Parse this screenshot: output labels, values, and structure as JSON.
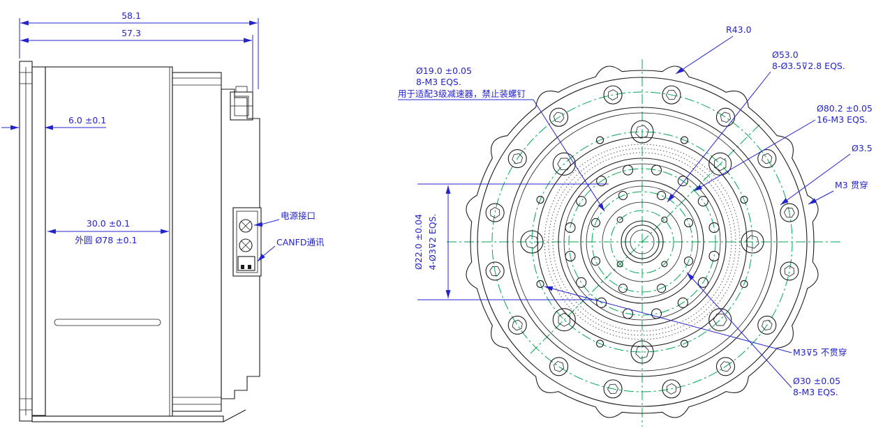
{
  "colors": {
    "dimension": "#2323cc",
    "centerline": "#00a651",
    "outline": "#1c1c1c"
  },
  "side_view": {
    "dim_total_width": "58.1",
    "dim_body_width": "57.3",
    "dim_flange_thickness": "6.0 ±0.1",
    "dim_inner_width": "30.0 ±0.1",
    "dim_outer_circle": "外圆 Ø78 ±0.1",
    "label_power_port": "电源接口",
    "label_canfd": "CANFD通讯"
  },
  "front_view": {
    "radius_lobe": "R43.0",
    "d53": {
      "line1": "Ø53.0",
      "line2": "8-Ø3.5⊽2.8 EQS."
    },
    "d19": {
      "line1": "Ø19.0 ±0.05",
      "line2": "8-M3 EQS.",
      "note": "用于适配3级减速器，禁止装螺钉"
    },
    "d80": {
      "line1": "Ø80.2 ±0.05",
      "line2": "16-M3 EQS."
    },
    "d3_5": "Ø3.5",
    "m3_through": "M3 贯穿",
    "d22": {
      "line1": "Ø22.0 ±0.04",
      "line2": "4-Ø3⊽2 EQS."
    },
    "m3_blind": "M3⊽5 不贯穿",
    "d30": {
      "line1": "Ø30 ±0.05",
      "line2": "8-M3 EQS."
    }
  }
}
